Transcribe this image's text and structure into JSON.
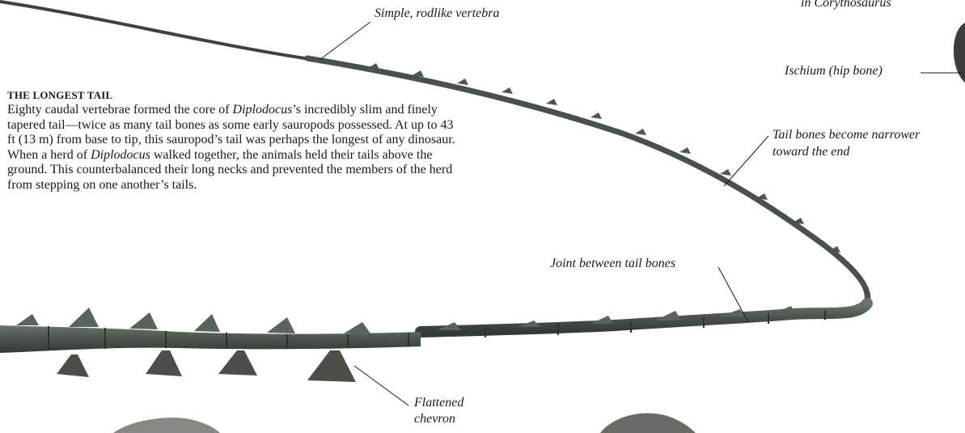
{
  "labels": {
    "corythosaurus_line_a": "in ",
    "corythosaurus_line_b": "Corythosaurus",
    "simple_vertebra": "Simple, rodlike vertebra",
    "ischium": "Ischium (hip bone)",
    "narrower_line1": "Tail bones become narrower",
    "narrower_line2": "toward the end",
    "joint": "Joint between tail bones",
    "chevron_line1": "Flattened",
    "chevron_line2": "chevron"
  },
  "article": {
    "heading": "THE LONGEST TAIL",
    "p1": "Eighty caudal vertebrae formed the core of ",
    "genus1": "Diplodocus",
    "p2": "’s incredibly slim and finely tapered tail—twice as many tail bones as some early sauropods possessed. At up to 43 ft (13 m) from base to tip, this sauropod’s tail was perhaps the longest of any dinosaur. When a herd of ",
    "genus2": "Diplodocus",
    "p3": " walked together, the animals held their tails above the ground. This counterbalanced their long necks and prevented the members of the herd from stepping on one another’s tails."
  }
}
